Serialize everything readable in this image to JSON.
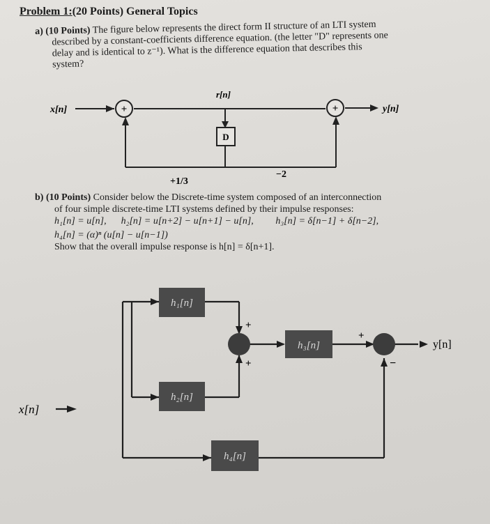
{
  "problem": {
    "title_label": "Problem 1:",
    "title_rest": " (20 Points) General Topics"
  },
  "part_a": {
    "marker": "a)",
    "points": "(10 Points)",
    "line1": " The figure below represents the direct form II structure of an LTI system",
    "line2": "described by a constant-coefficients difference equation. (the letter \"D\" represents one",
    "line3": "delay and is identical to z⁻¹). What is the difference equation that describes this",
    "line4": "system?",
    "diagram": {
      "input": "x[n]",
      "internal": "r[n]",
      "output": "y[n]",
      "adder": "+",
      "delay": "D",
      "gain_left": "+1/3",
      "gain_right": "−2"
    }
  },
  "part_b": {
    "marker": "b)",
    "points": "(10 Points)",
    "line1": " Consider below the Discrete-time system composed of an interconnection",
    "line2": "of four simple discrete-time LTI systems defined by their impulse responses:",
    "h1": "h₁[n] = u[n],",
    "h2": "h₂[n] = u[n+2] − u[n+1] − u[n],",
    "h3": "h₃[n] = δ[n−1] + δ[n−2],",
    "h4": "h₄[n] = (α)ⁿ (u[n] − u[n−1])",
    "show": "Show that the overall impulse response is h[n] = δ[n+1].",
    "diagram": {
      "input": "x[n]",
      "output": "y[n]",
      "block1": "h₁[n]",
      "block2": "h₂[n]",
      "block3": "h₃[n]",
      "block4": "h₄[n]",
      "plus": "+",
      "minus": "−"
    }
  }
}
